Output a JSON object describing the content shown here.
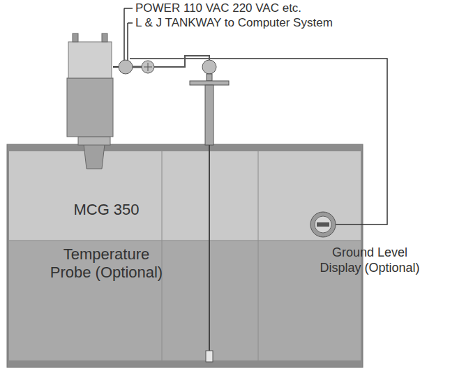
{
  "diagram": {
    "labels": [
      "POWER 110 VAC 220 VAC etc.",
      "L & J TANKWAY to Computer System",
      "MCG 350",
      "Temperature Probe (Optional)",
      "Ground Level Display (Optional)"
    ]
  }
}
